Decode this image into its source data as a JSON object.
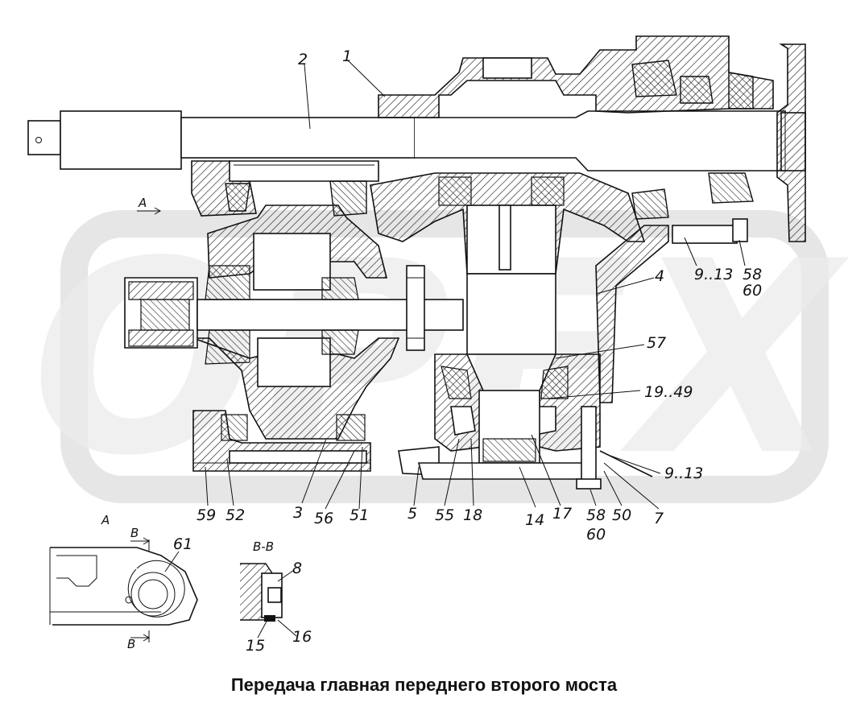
{
  "caption": "Передача главная переднего второго моста",
  "watermark": "OPEX",
  "view_labels": {
    "arrow_a": "А",
    "detail_a": "А",
    "section_bb": "В-В",
    "cut_b_top": "В",
    "cut_b_bottom": "В"
  },
  "part_labels": {
    "p1": "1",
    "p2": "2",
    "p4": "4",
    "p57": "57",
    "p19_49": "19..49",
    "p9_13_top": "9..13",
    "p58_top": "58",
    "p60_top": "60",
    "p9_13_bottom": "9..13",
    "p59": "59",
    "p52": "52",
    "p3": "3",
    "p56": "56",
    "p51": "51",
    "p5": "5",
    "p55": "55",
    "p18": "18",
    "p14": "14",
    "p17": "17",
    "p58_bottom": "58",
    "p60_bottom": "60",
    "p50": "50",
    "p7": "7",
    "p61": "61",
    "p8": "8",
    "p15": "15",
    "p16": "16"
  },
  "colors": {
    "line": "#111111",
    "watermark": "#e6e6e6",
    "hatch": "#222222"
  }
}
